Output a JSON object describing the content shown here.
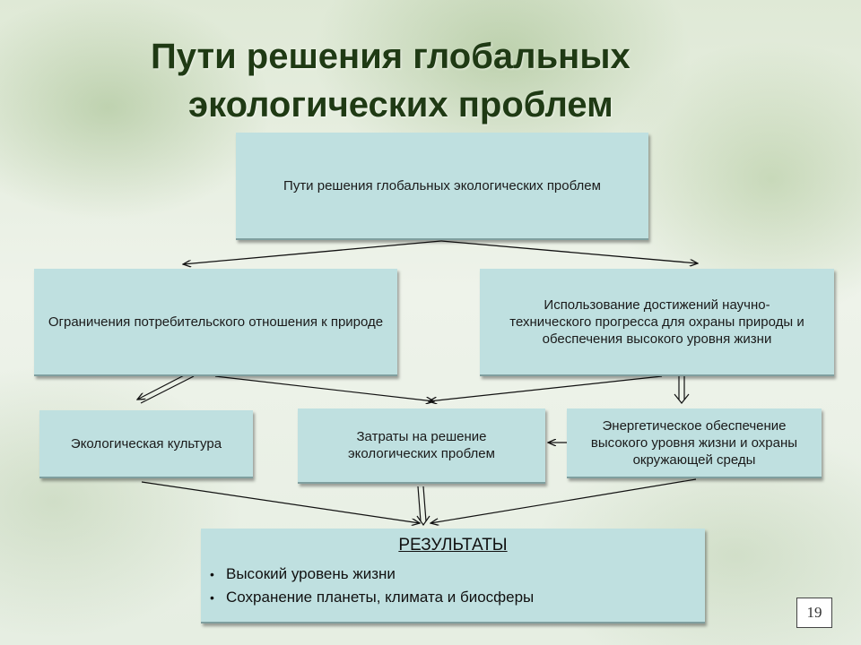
{
  "title": {
    "line1": "Пути решения глобальных",
    "line2": "экологических проблем"
  },
  "boxes": {
    "top": "Пути решения глобальных экологических проблем",
    "left": "Ограничения потребительского отношения к природе",
    "right": "Использование достижений научно-технического прогресса для охраны природы и обеспечения высокого уровня жизни",
    "culture": "Экологическая культура",
    "costs": "Затраты на решение экологических проблем",
    "energy": "Энергетическое обеспечение высокого уровня жизни и охраны окружающей среды"
  },
  "results": {
    "heading": "РЕЗУЛЬТАТЫ",
    "items": [
      "Высокий уровень жизни",
      "Сохранение планеты,  климата и биосферы"
    ]
  },
  "page_number": "19",
  "colors": {
    "box_fill": "#bfe0e0",
    "title": "#1f3a14",
    "arrow": "#111111"
  }
}
